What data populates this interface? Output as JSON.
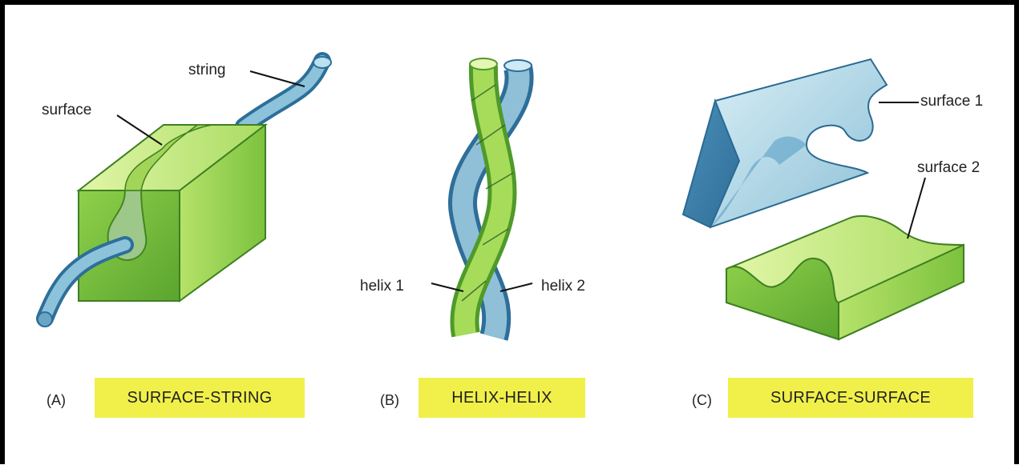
{
  "panels": [
    {
      "letter": "(A)",
      "title": "SURFACE-STRING",
      "callouts": {
        "surface": "surface",
        "string": "string"
      }
    },
    {
      "letter": "(B)",
      "title": "HELIX-HELIX",
      "callouts": {
        "helix1": "helix 1",
        "helix2": "helix 2"
      }
    },
    {
      "letter": "(C)",
      "title": "SURFACE-SURFACE",
      "callouts": {
        "surface1": "surface 1",
        "surface2": "surface 2"
      }
    }
  ],
  "colors": {
    "green_light": "#c9ec86",
    "green": "#8fd04a",
    "green_dark": "#4f9a2a",
    "blue_light": "#c6e6f0",
    "blue": "#7fb5cc",
    "blue_dark": "#3a7ea8",
    "banner": "#f1f04a",
    "border": "#000000"
  }
}
